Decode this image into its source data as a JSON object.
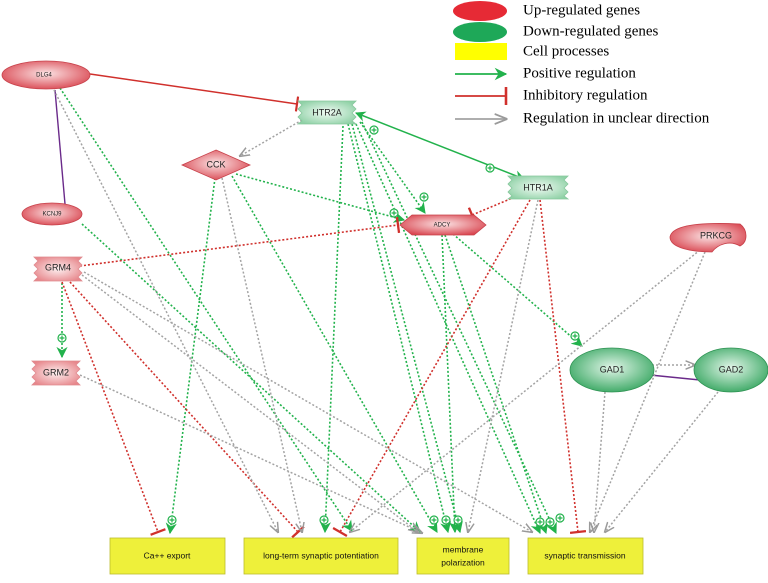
{
  "legend": {
    "up_regulated": "Up-regulated genes",
    "down_regulated": "Down-regulated genes",
    "cell_processes": "Cell processes",
    "positive": "Positive regulation",
    "inhibitory": "Inhibitory regulation",
    "unclear": "Regulation in unclear direction"
  },
  "nodes": {
    "dlg4": "DLG4",
    "kcnj9": "KCNJ9",
    "htr2a": "HTR2A",
    "cck": "CCK",
    "htr1a": "HTR1A",
    "adcy": "ADCY",
    "grm4": "GRM4",
    "grm2": "GRM2",
    "prkcg": "PRKCG",
    "gad1": "GAD1",
    "gad2": "GAD2"
  },
  "processes": {
    "ca_export": "Ca++ export",
    "ltp": "long-term synaptic potentiation",
    "membrane_1": "membrane",
    "membrane_2": "polarization",
    "synaptic": "synaptic transmission"
  },
  "colors": {
    "up_regulated": "#e8515a",
    "down_regulated": "#3daa63",
    "cell_process": "#eef03a",
    "positive": "#22b24c",
    "inhibitory": "#d0302c",
    "unclear": "#a3a3a3",
    "binding": "#6a2a8a"
  }
}
